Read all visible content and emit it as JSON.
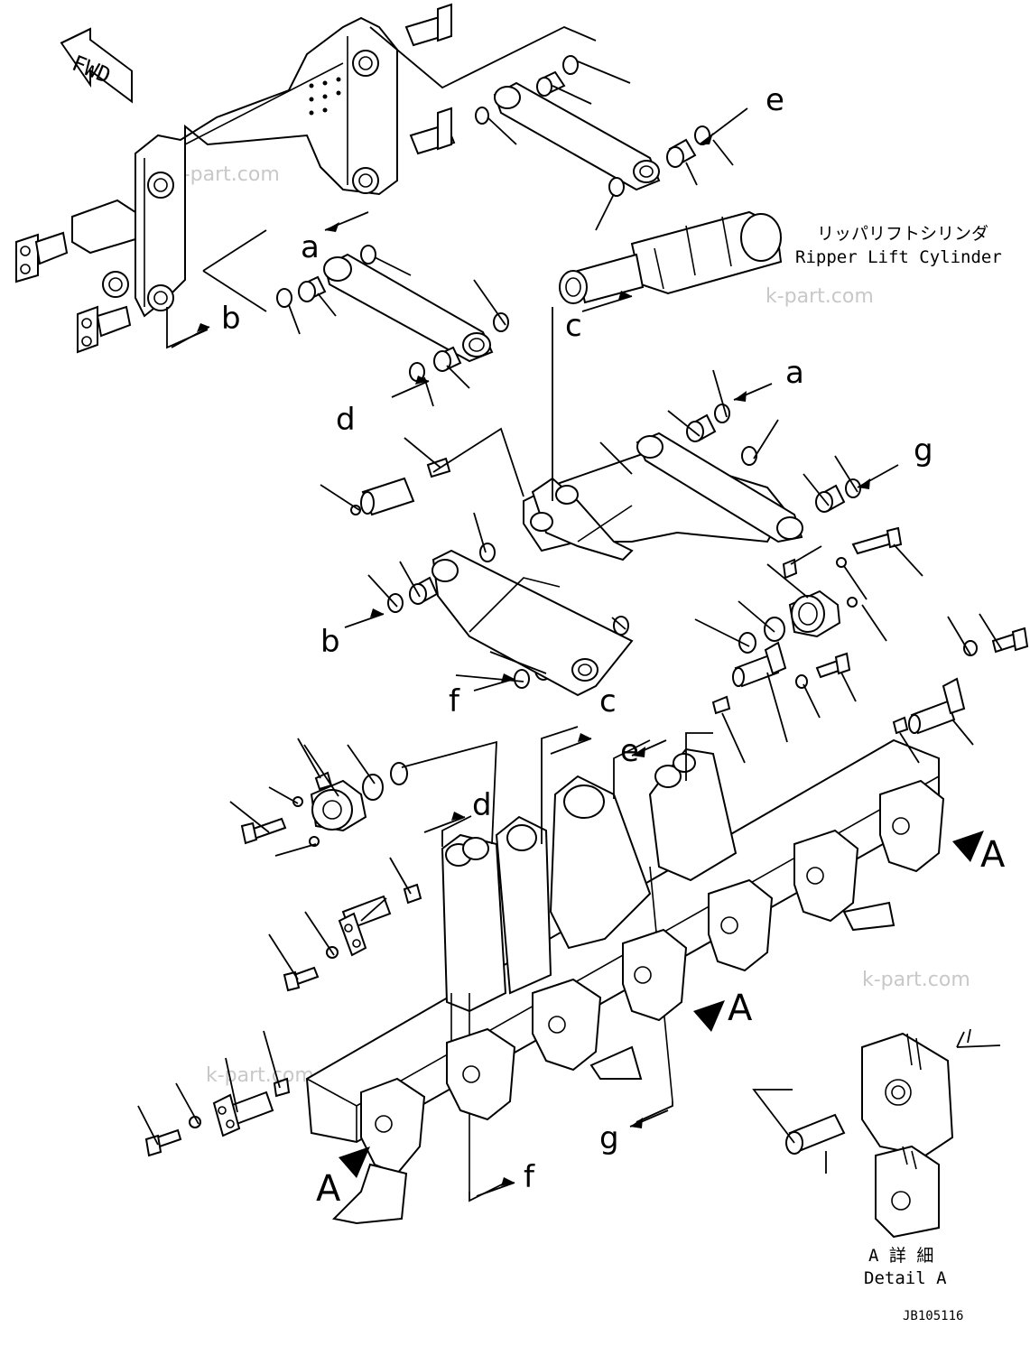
{
  "fwd_label": "FWD",
  "callouts": {
    "a": "a",
    "b": "b",
    "c": "c",
    "d": "d",
    "e": "e",
    "f": "f",
    "g": "g"
  },
  "cylinder_label": {
    "jp": "リッパリフトシリンダ",
    "en": "Ripper Lift Cylinder"
  },
  "detail_marker": "A",
  "detail_caption": {
    "jp": "A 詳 細",
    "en": "Detail A"
  },
  "drawing_number": "JB105116",
  "watermark": "k-part.com"
}
